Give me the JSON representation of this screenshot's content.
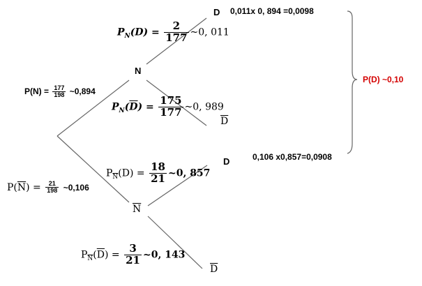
{
  "nodes": {
    "n": "N",
    "n_bar": "N",
    "d_top": "D",
    "dbar_top": "D",
    "d_bottom": "D",
    "dbar_bottom": "D"
  },
  "labels": {
    "pn": {
      "prefix": "P(N) =",
      "num": "177",
      "den": "198",
      "suffix": "~0,894"
    },
    "pnbar": {
      "p": "P(",
      "n": "N",
      "close": ") =",
      "num": "21",
      "den": "198",
      "suffix": "~0,106"
    },
    "pn_d": {
      "p": "P",
      "sub": "N",
      "arg": "(D) =",
      "num": "2",
      "den": "177",
      "suffix": "~0, 011"
    },
    "pn_dbar": {
      "p": "P",
      "sub": "N",
      "open": "(",
      "arg": "D",
      "close": ") =",
      "num": "175",
      "den": "177",
      "suffix": "~0, 989"
    },
    "pnbar_d": {
      "p": "P",
      "sub": "N",
      "arg": "(D) =",
      "num": "18",
      "den": "21",
      "suffix": "~0, 857"
    },
    "pnbar_dbar": {
      "p": "P",
      "sub": "N",
      "open": "(",
      "arg": "D",
      "close": ") =",
      "num": "3",
      "den": "21",
      "suffix": "~0, 143"
    }
  },
  "products": {
    "top": "0,011x 0, 894 =0,0098",
    "bottom": "0,106 x0,857=0,0908"
  },
  "result": "P(D) ~0,10",
  "colors": {
    "line": "#666666",
    "result": "#d40000",
    "text": "#000000"
  }
}
